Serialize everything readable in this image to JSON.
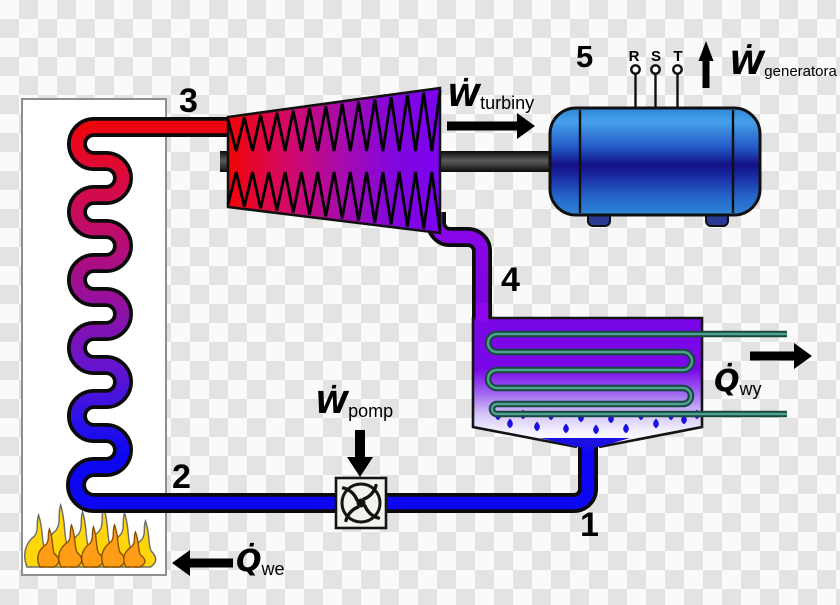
{
  "labels": {
    "point_1": "1",
    "point_2": "2",
    "point_3": "3",
    "point_4": "4",
    "point_5": "5",
    "w_turbiny": {
      "symbol": "Ẇ",
      "sub": "turbiny"
    },
    "w_generatora": {
      "symbol": "Ẇ",
      "sub": "generatora"
    },
    "w_pomp": {
      "symbol": "Ẇ",
      "sub": "pomp"
    },
    "q_wy": {
      "symbol": "Q̇",
      "sub": "wy"
    },
    "q_we": {
      "symbol": "Q̇",
      "sub": "we"
    },
    "generator_terminals": [
      "R",
      "S",
      "T"
    ]
  },
  "colors": {
    "hot_pipe_red": "#ee0505",
    "cold_pipe_blue": "#0d06f2",
    "steam_pipe_violet": "#8d06ec",
    "turbine_gradient_left": "#f20404",
    "turbine_gradient_right": "#7b02f2",
    "generator_blue_light": "#2f86d8",
    "generator_blue_dark": "#131184",
    "condenser_violet": "#7a07e8",
    "cooling_coil_teal": "#17483f",
    "flame_yellow": "#ffd60a",
    "flame_orange": "#ff9d17",
    "shaft_gray": "#0a0a0a",
    "pump_body": "#f4f2ec"
  }
}
